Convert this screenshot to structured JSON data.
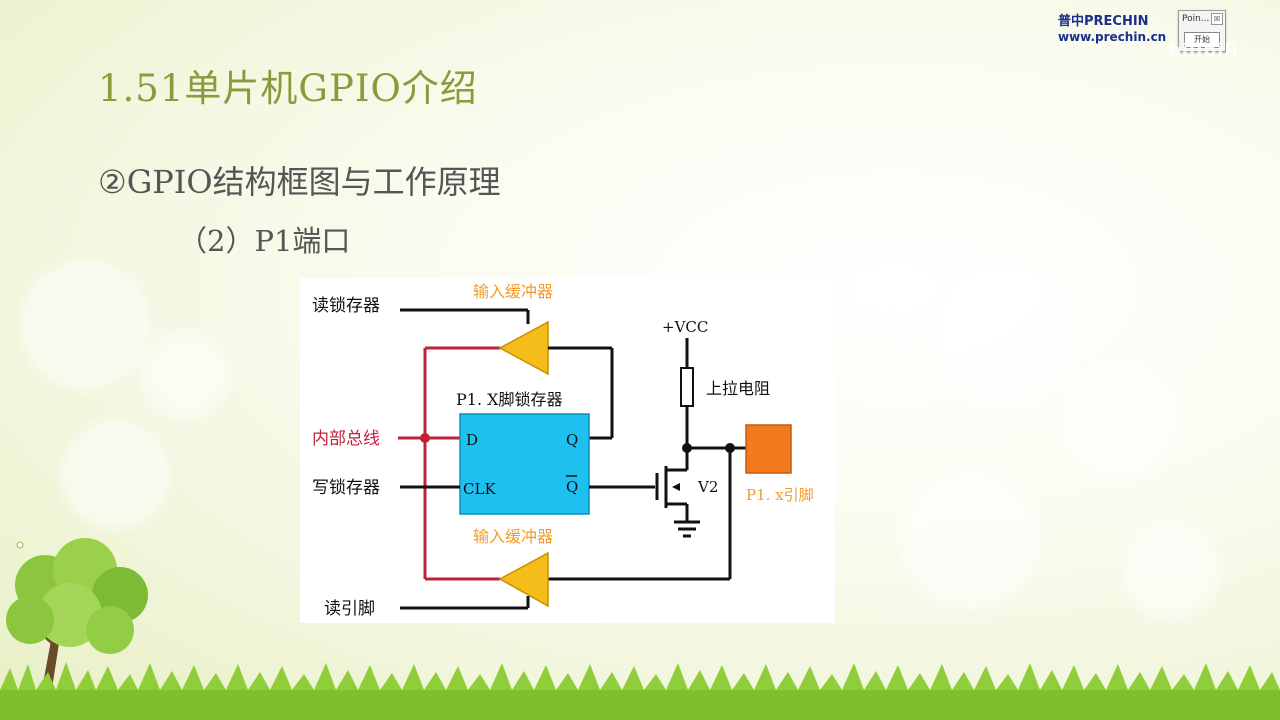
{
  "slide": {
    "title": "1.51单片机GPIO介绍",
    "subtitle": "②GPIO结构框图与工作原理",
    "section": "（2）P1端口"
  },
  "diagram": {
    "label_read_latch": "读锁存器",
    "label_input_buffer_top": "输入缓冲器",
    "label_vcc": "+VCC",
    "label_latch_title": "P1. X脚锁存器",
    "label_pullup": "上拉电阻",
    "label_internal_bus": "内部总线",
    "label_d": "D",
    "label_q": "Q",
    "label_write_latch": "写锁存器",
    "label_clk": "CLK",
    "label_qbar": "Q",
    "label_v2": "V2",
    "label_pin": "P1. x引脚",
    "label_input_buffer_bottom": "输入缓冲器",
    "label_read_pin": "读引脚",
    "colors": {
      "latch_fill": "#1ec0ef",
      "buffer_fill": "#f5bd1a",
      "pin_fill": "#f07a1c",
      "bus_line": "#c0203a",
      "orange_text": "#f29b2a",
      "bus_text": "#c0203a"
    }
  },
  "branding": {
    "logo_text": "普中PRECHIN",
    "logo_url": "www.prechin.cn",
    "mini_window_title": "Poin...",
    "mini_window_close": "☒",
    "mini_window_button": "开始",
    "watermark": "bilibili"
  }
}
